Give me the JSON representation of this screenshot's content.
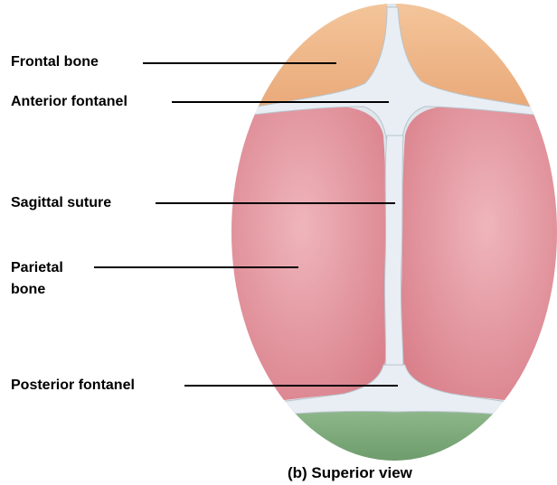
{
  "labels": {
    "frontal_bone": "Frontal bone",
    "anterior_fontanel": "Anterior fontanel",
    "sagittal_suture": "Sagittal suture",
    "parietal_bone_line1": "Parietal",
    "parietal_bone_line2": "bone",
    "posterior_fontanel": "Posterior fontanel"
  },
  "caption": "(b) Superior view",
  "colors": {
    "frontal_bone": "#f0b98a",
    "parietal_bone": "#e3949c",
    "occipital_bone": "#7fa77c",
    "fontanel_membrane": "#dde5ec",
    "leader_line": "#000000"
  }
}
